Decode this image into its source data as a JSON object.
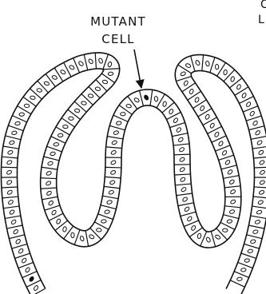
{
  "label": {
    "line1": "MUTANT",
    "line2": "CELL"
  },
  "corner_fragments": {
    "top": "C",
    "bottom": "L"
  }
}
